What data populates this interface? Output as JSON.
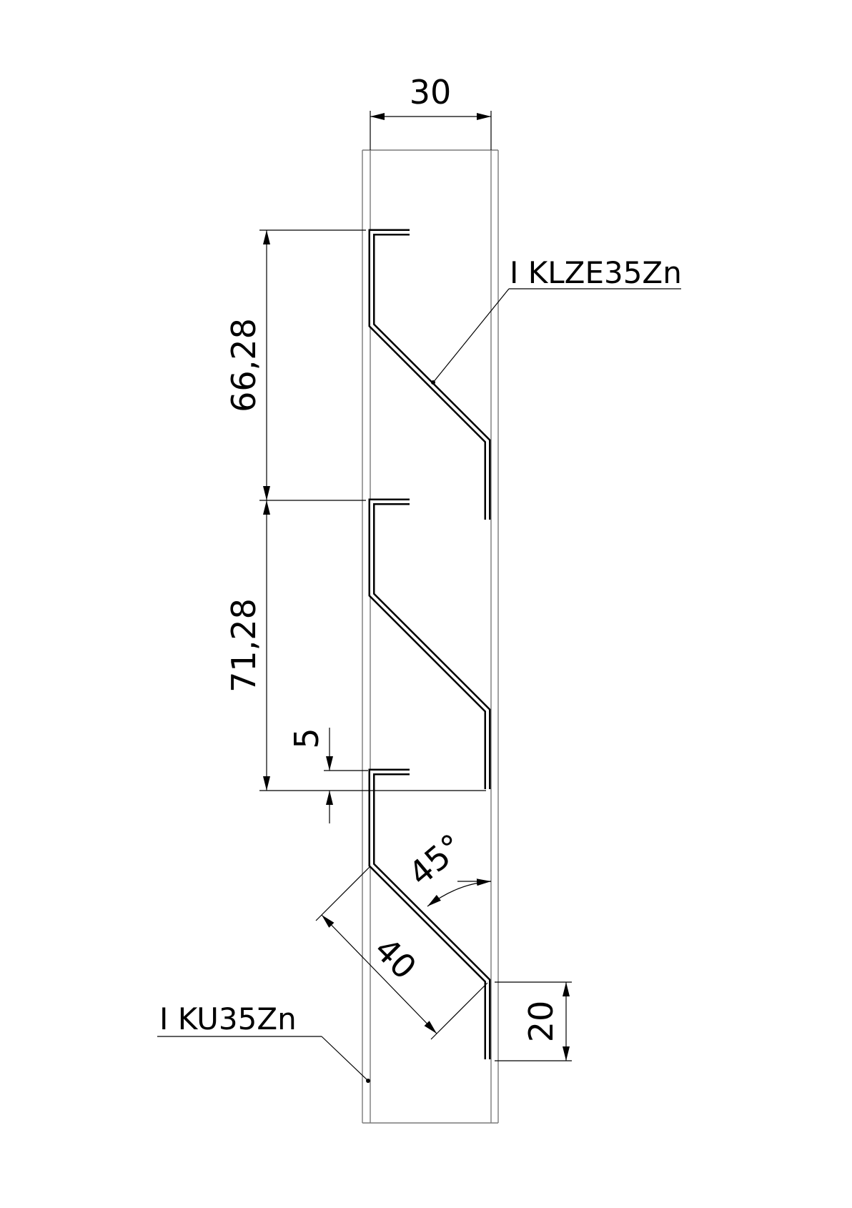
{
  "diagram": {
    "dimensions": {
      "top_width": "30",
      "pitch_top": "66,28",
      "pitch_middle": "71,28",
      "offset_small": "5",
      "angle": "45°",
      "blade_length": "40",
      "bottom_flange": "20"
    },
    "labels": {
      "blade_profile": "I KLZE35Zn",
      "frame_profile": "I KU35Zn"
    },
    "colors": {
      "line": "#000000",
      "frame": "#7a7a7a",
      "background": "#ffffff"
    }
  }
}
